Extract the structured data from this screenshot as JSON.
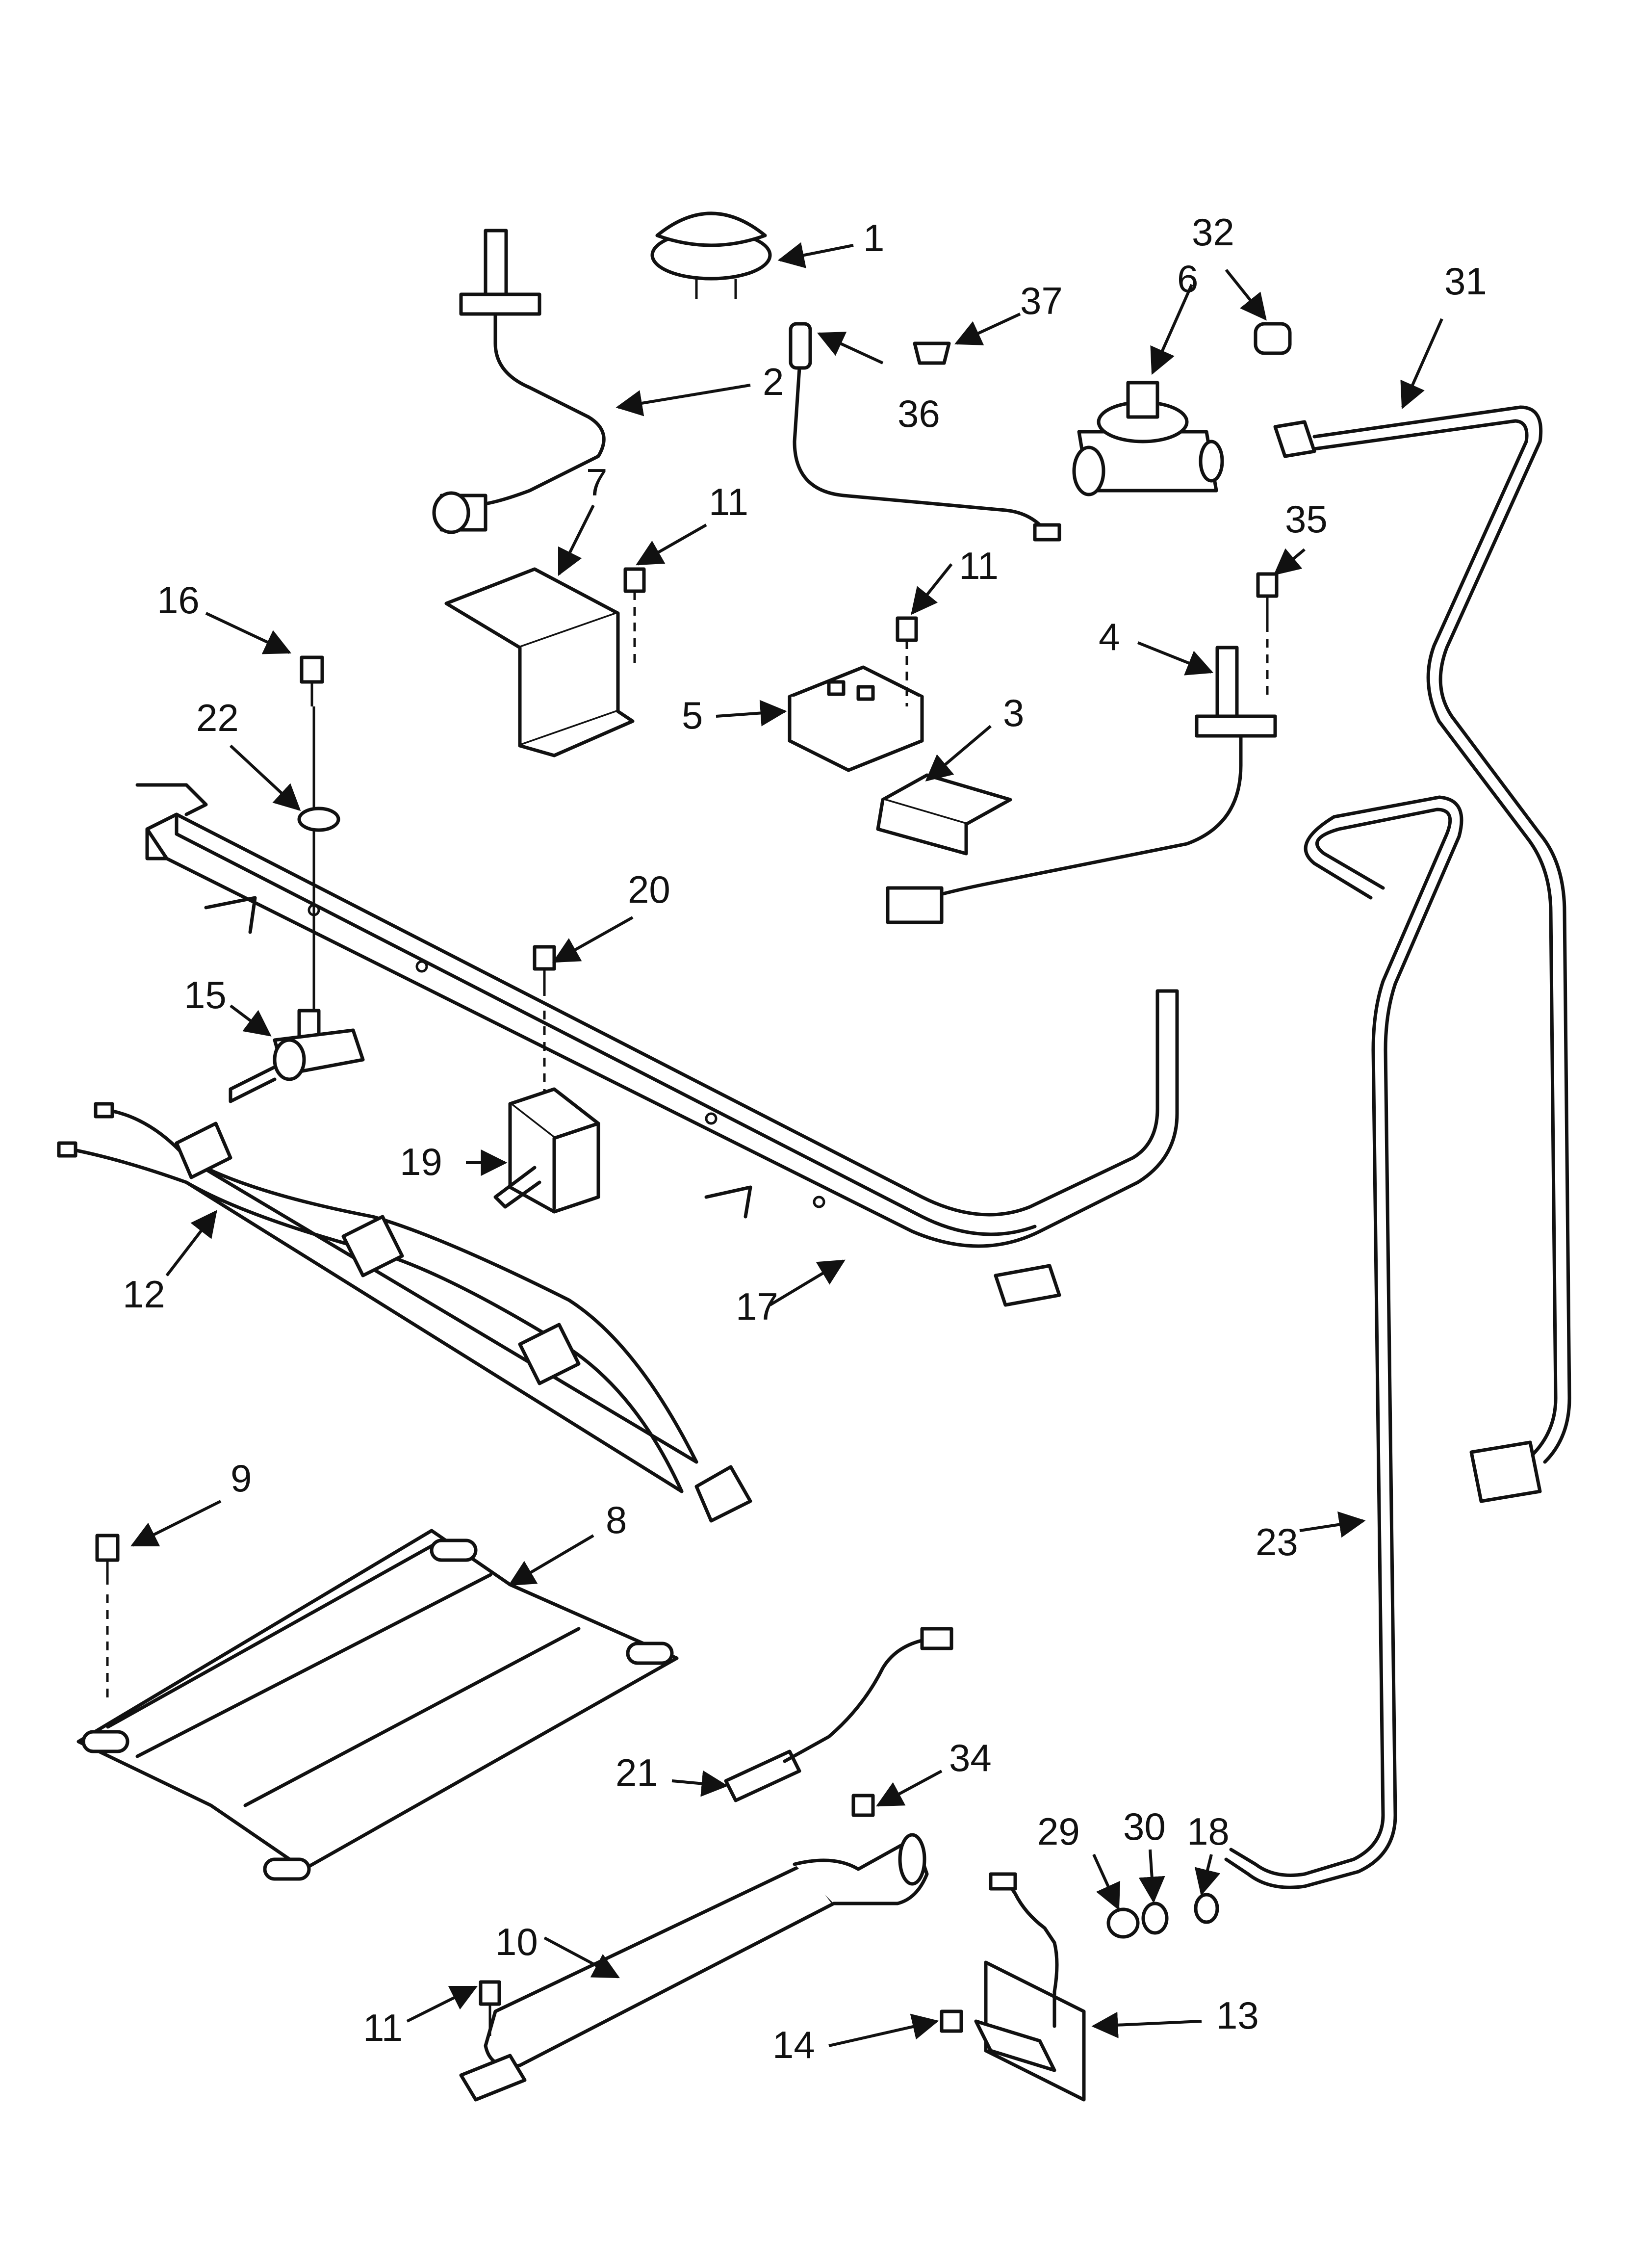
{
  "diagram": {
    "callouts": [
      {
        "id": "c1",
        "text": "1"
      },
      {
        "id": "c2",
        "text": "2"
      },
      {
        "id": "c3",
        "text": "3"
      },
      {
        "id": "c4",
        "text": "4"
      },
      {
        "id": "c5",
        "text": "5"
      },
      {
        "id": "c6",
        "text": "6"
      },
      {
        "id": "c7",
        "text": "7"
      },
      {
        "id": "c8",
        "text": "8"
      },
      {
        "id": "c9",
        "text": "9"
      },
      {
        "id": "c10",
        "text": "10"
      },
      {
        "id": "c11a",
        "text": "11"
      },
      {
        "id": "c11b",
        "text": "11"
      },
      {
        "id": "c11c",
        "text": "11"
      },
      {
        "id": "c12",
        "text": "12"
      },
      {
        "id": "c13",
        "text": "13"
      },
      {
        "id": "c14",
        "text": "14"
      },
      {
        "id": "c15",
        "text": "15"
      },
      {
        "id": "c16",
        "text": "16"
      },
      {
        "id": "c17",
        "text": "17"
      },
      {
        "id": "c18",
        "text": "18"
      },
      {
        "id": "c19",
        "text": "19"
      },
      {
        "id": "c20",
        "text": "20"
      },
      {
        "id": "c21",
        "text": "21"
      },
      {
        "id": "c22",
        "text": "22"
      },
      {
        "id": "c23",
        "text": "23"
      },
      {
        "id": "c29",
        "text": "29"
      },
      {
        "id": "c30",
        "text": "30"
      },
      {
        "id": "c31",
        "text": "31"
      },
      {
        "id": "c32",
        "text": "32"
      },
      {
        "id": "c34",
        "text": "34"
      },
      {
        "id": "c35",
        "text": "35"
      },
      {
        "id": "c36",
        "text": "36"
      },
      {
        "id": "c37",
        "text": "37"
      }
    ]
  }
}
